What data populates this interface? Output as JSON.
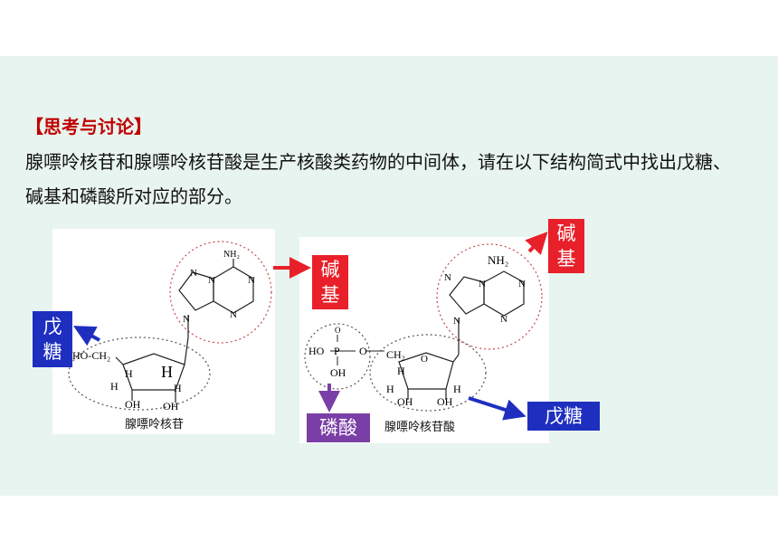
{
  "heading": "【思考与讨论】",
  "paragraph_line1": "腺嘌呤核苷和腺嘌呤核苷酸是生产核酸类药物的中间体，请在以下结构简式中找出戊糖、",
  "paragraph_line2": "碱基和磷酸所对应的部分。",
  "left_figure": {
    "caption": "腺嘌呤核苷",
    "nh2": "NH₂",
    "n": "N",
    "ho_ch2": "HO-CH₂",
    "h": "H",
    "oh": "OH"
  },
  "right_figure": {
    "caption": "腺嘌呤核苷酸",
    "nh2": "NH₂",
    "n": "N",
    "ho": "HO",
    "p": "P",
    "o": "O",
    "oh": "OH",
    "ch2": "CH₂",
    "h": "H",
    "o_eq": "O"
  },
  "labels": {
    "base_left_line1": "碱",
    "base_left_line2": "基",
    "base_right_line1": "碱",
    "base_right_line2": "基",
    "pentose_left_line1": "戊",
    "pentose_left_line2": "糖",
    "pentose_right": "戊糖",
    "phosphate": "磷酸"
  },
  "colors": {
    "red": "#e8202a",
    "blue": "#1e2fbf",
    "purple": "#7a3fa6"
  }
}
